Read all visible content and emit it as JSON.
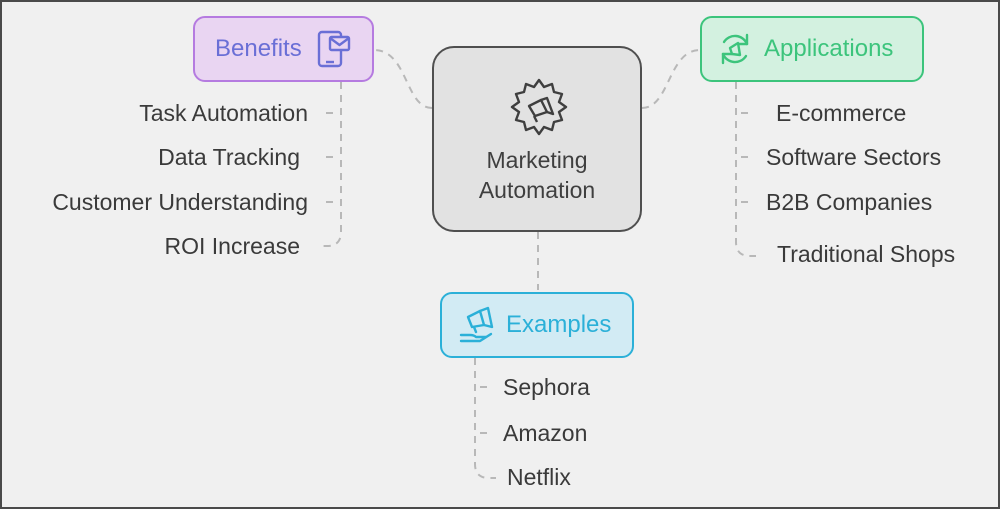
{
  "center": {
    "title_line1": "Marketing",
    "title_line2": "Automation",
    "icon": "gear-megaphone-icon"
  },
  "benefits": {
    "label": "Benefits",
    "icon": "mobile-mail-icon",
    "color": "#b57be0",
    "items": [
      "Task Automation",
      "Data Tracking",
      "Customer Understanding",
      "ROI Increase"
    ]
  },
  "applications": {
    "label": "Applications",
    "icon": "refresh-megaphone-icon",
    "color": "#3cc47c",
    "items": [
      "E-commerce",
      "Software Sectors",
      "B2B Companies",
      "Traditional Shops"
    ]
  },
  "examples": {
    "label": "Examples",
    "icon": "hand-megaphone-icon",
    "color": "#2bb0d8",
    "items": [
      "Sephora",
      "Amazon",
      "Netflix"
    ]
  }
}
